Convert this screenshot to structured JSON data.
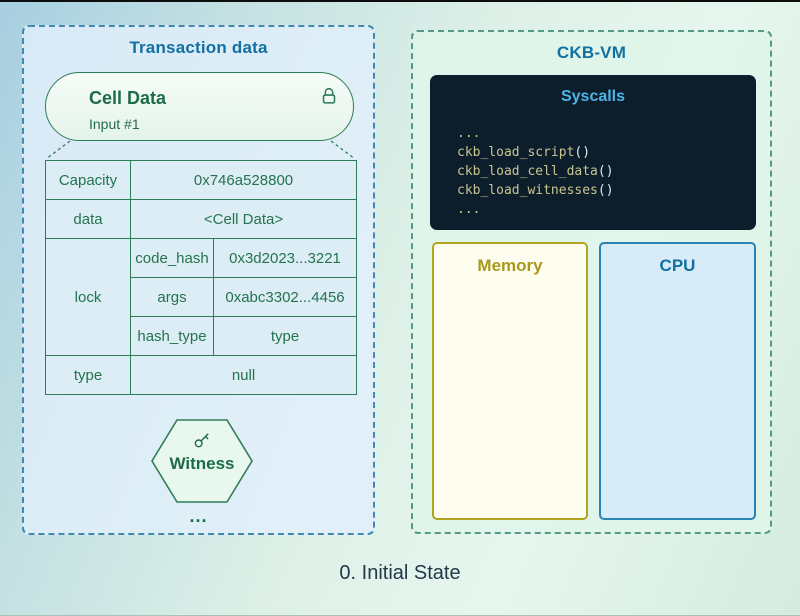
{
  "page": {
    "caption": "0. Initial State"
  },
  "left_panel": {
    "title": "Transaction data",
    "cell_card": {
      "title": "Cell Data",
      "subtitle": "Input #1",
      "icon": "padlock-icon"
    },
    "table": {
      "rows": [
        {
          "label": "Capacity",
          "value": "0x746a528800"
        },
        {
          "label": "data",
          "value": "<Cell Data>"
        },
        {
          "label": "lock",
          "sub_rows": [
            {
              "label": "code_hash",
              "value": "0x3d2023...3221"
            },
            {
              "label": "args",
              "value": "0xabc3302...4456"
            },
            {
              "label": "hash_type",
              "value": "type"
            }
          ]
        },
        {
          "label": "type",
          "value": "null"
        }
      ]
    },
    "witness": {
      "label": "Witness",
      "icon": "key-icon"
    },
    "ellipsis": "..."
  },
  "right_panel": {
    "title": "CKB-VM",
    "syscalls": {
      "title": "Syscalls",
      "lines": [
        {
          "name": "...",
          "suffix": ""
        },
        {
          "name": "ckb_load_script",
          "suffix": "()"
        },
        {
          "name": "ckb_load_cell_data",
          "suffix": "()"
        },
        {
          "name": "ckb_load_witnesses",
          "suffix": "()"
        },
        {
          "name": "...",
          "suffix": ""
        }
      ]
    },
    "memory": {
      "title": "Memory"
    },
    "cpu": {
      "title": "CPU"
    }
  },
  "colors": {
    "title_blue": "#1270a2",
    "green_text": "#1d6c48",
    "green_border": "#2e7d58",
    "panel_left_border": "#4289b1",
    "panel_right_border": "#559a86",
    "syscalls_bg": "#0c1d2b",
    "syscalls_title": "#4db5e5",
    "code_khaki": "#c9c591",
    "memory_accent": "#ab981b",
    "cpu_accent": "#1270a2",
    "caption_color": "#21394b"
  }
}
